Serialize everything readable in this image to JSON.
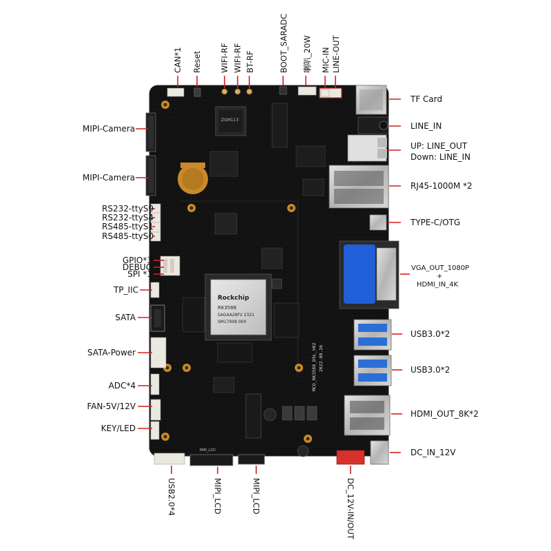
{
  "colors": {
    "board": "#121212",
    "leader": "#d21f1f",
    "label_text": "#111111",
    "chip_silver": "#c9c9c9",
    "connector_white": "#ebe8e0",
    "vga_blue": "#1f5fd8",
    "usb_blue": "#2b6fd6",
    "dc_red": "#d8312c",
    "gold": "#c98a2a"
  },
  "top_labels": {
    "can": "CAN*1",
    "reset": "Reset",
    "wifi_rf_1": "WIFI-RF",
    "wifi_rf_2": "WIFI-RF",
    "bt_rf": "BT-RF",
    "boot_saradc": "BOOT_SARADC",
    "speaker": "喇叭_20W",
    "line_out": "LINE-OUT",
    "mic_in": "MIC-IN"
  },
  "left_labels": {
    "mipi_camera_1": "MIPI-Camera",
    "mipi_camera_2": "MIPI-Camera",
    "rs232_tty_s9": "RS232-ttyS9",
    "rs232_tty_s4": "RS232-ttyS4",
    "rs485_tty_s1": "RS485-ttyS1",
    "rs485_tty_s0": "RS485-ttyS0",
    "gpio": "GPIO*3",
    "debug": "DEBUG",
    "spi": "SPI *1",
    "tp_iic": "TP_IIC",
    "sata": "SATA",
    "sata_power": "SATA-Power",
    "adc": "ADC*4",
    "fan": "FAN-5V/12V",
    "key_led": "KEY/LED"
  },
  "right_labels": {
    "tf_card": "TF Card",
    "line_in": "LINE_IN",
    "up_line_out": "UP: LINE_OUT",
    "down_line_in": "Down: LINE_IN",
    "rj45": "RJ45-1000M *2",
    "type_c": "TYPE-C/OTG",
    "vga_out": "VGA_OUT_1080P",
    "plus": "+",
    "hdmi_in": "HDMI_IN_4K",
    "usb3_1": "USB3.0*2",
    "usb3_2": "USB3.0*2",
    "hdmi_out": "HDMI_OUT_8K*2",
    "dc_in": "DC_IN_12V"
  },
  "bottom_labels": {
    "usb2": "USB2.0*4",
    "mipi_lcd_1": "MIPI_LCD",
    "mipi_lcd_2": "MIPI_LCD",
    "dc_12v_inout": "DC_12V-IN/OUT"
  },
  "board_text": {
    "soc_brand": "Rockchip",
    "soc_model": "RK3588",
    "soc_line2": "SAGAA28FV 2321",
    "soc_line3": "SM17908 000",
    "pcb_marking": "MCO_RK3588_D5L_V02",
    "pcb_date": "2022.08.26",
    "wifi_chip": "ZGM113",
    "lcd_silk": "MIPI_LCD"
  },
  "icons": {
    "rtc_battery": "coin-cell-battery-icon",
    "mounting_hole": "mounting-hole-icon"
  }
}
